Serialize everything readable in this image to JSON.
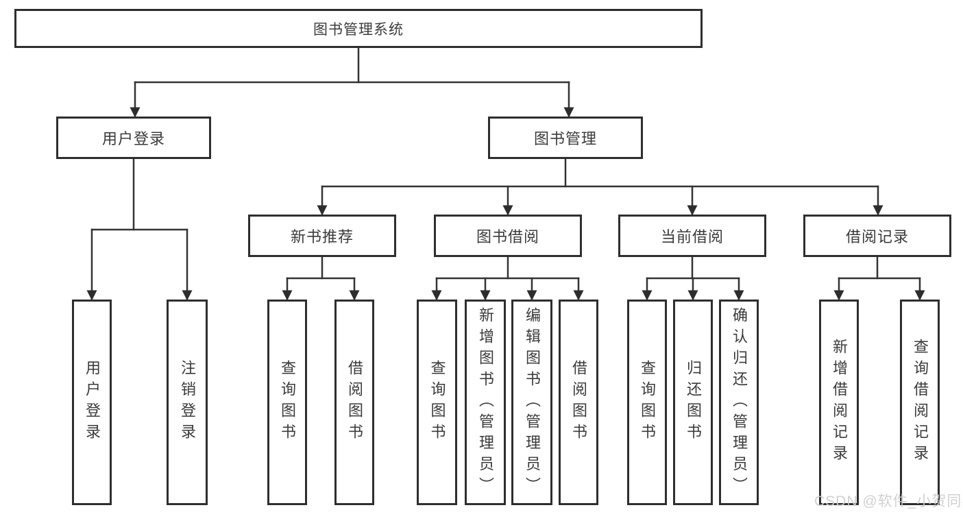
{
  "diagram": {
    "root": "图书管理系统",
    "level2": [
      "用户登录",
      "图书管理"
    ],
    "level3": [
      "新书推荐",
      "图书借阅",
      "当前借阅",
      "借阅记录"
    ],
    "leaves": {
      "user_login": [
        "用户登录",
        "注销登录"
      ],
      "new_books": [
        "查询图书",
        "借阅图书"
      ],
      "book_borrow": [
        "查询图书",
        "新增图书（管理员）",
        "编辑图书（管理员）",
        "借阅图书"
      ],
      "current_borrow": [
        "查询图书",
        "归还图书",
        "确认归还（管理员）"
      ],
      "borrow_records": [
        "新增借阅记录",
        "查询借阅记录"
      ]
    }
  },
  "watermark": "CSDN @软件_小贺同学",
  "colors": {
    "line": "#333333",
    "box_border": "#2e2e2e",
    "text": "#3a3a3a",
    "background": "#ffffff",
    "watermark": "#cecece"
  }
}
